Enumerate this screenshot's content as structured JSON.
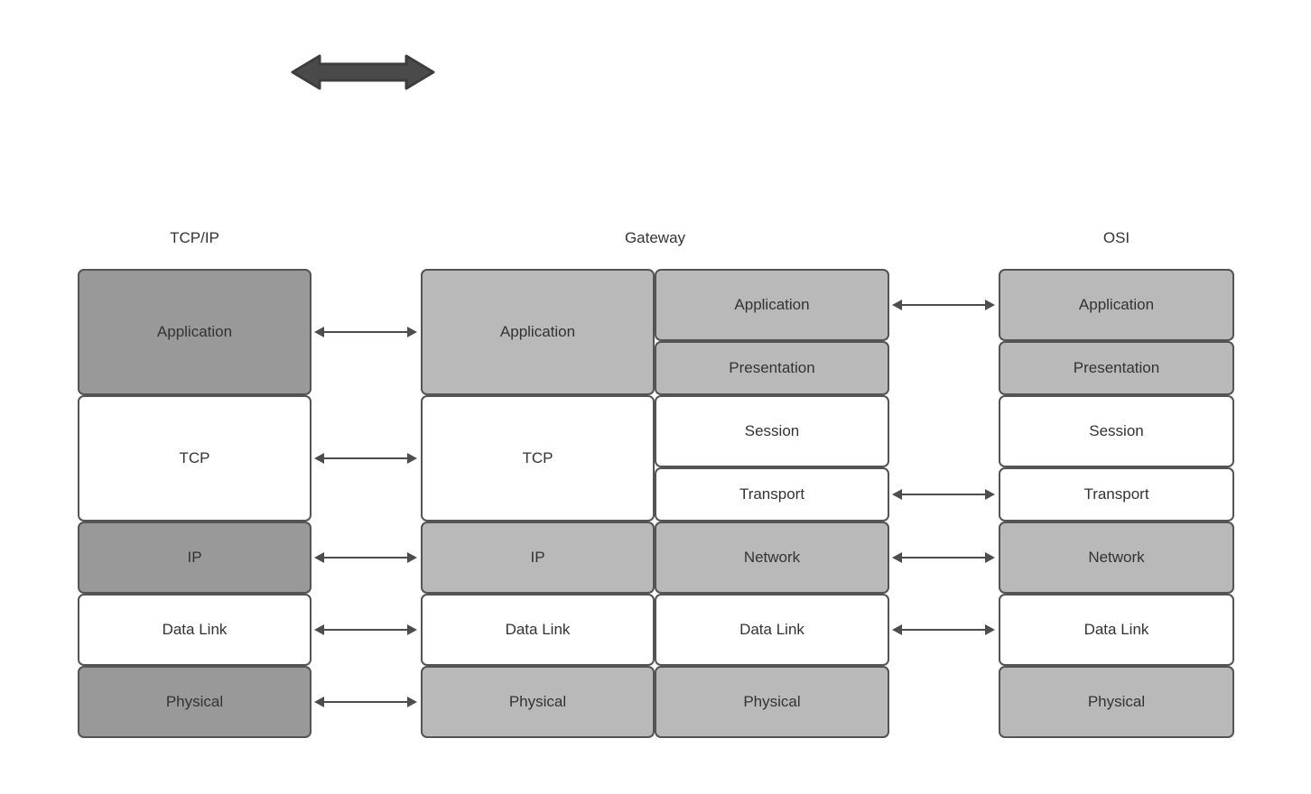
{
  "headers": {
    "tcpip": "TCP/IP",
    "gateway": "Gateway",
    "osi": "OSI"
  },
  "tcpip_layers": [
    "Application",
    "TCP",
    "IP",
    "Data Link",
    "Physical"
  ],
  "gateway_left_layers": [
    "Application",
    "TCP",
    "IP",
    "Data Link",
    "Physical"
  ],
  "gateway_right_layers": [
    "Application",
    "Presentation",
    "Session",
    "Transport",
    "Network",
    "Data Link",
    "Physical"
  ],
  "osi_layers": [
    "Application",
    "Presentation",
    "Session",
    "Transport",
    "Network",
    "Data Link",
    "Physical"
  ],
  "icons": {
    "top_arrow": "thick-double-headed-horizontal-arrow"
  },
  "colors": {
    "tcpip_dark_gray": "#999999",
    "gateway_osi_gray": "#b9b9b9",
    "white_fill": "#ffffff",
    "box_border": "#545454",
    "arrow": "#4d4d4d",
    "text": "#333333",
    "background": "#ffffff"
  }
}
